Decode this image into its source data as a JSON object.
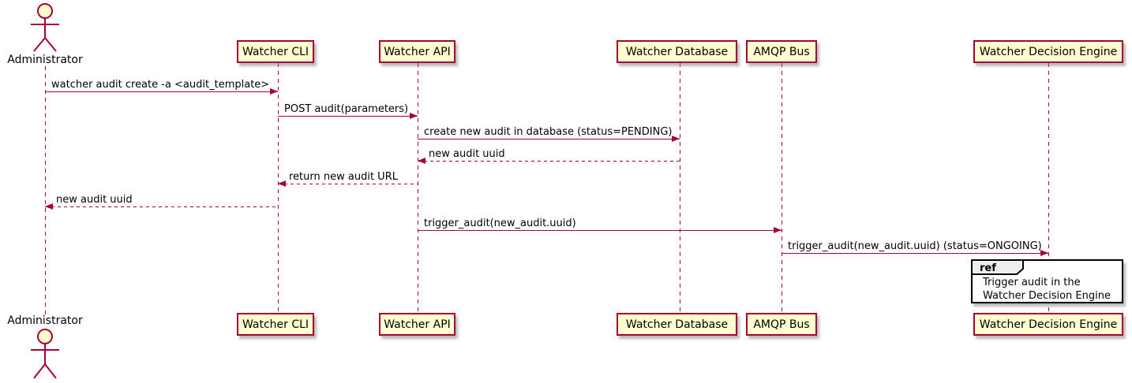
{
  "diagram": {
    "type": "sequence",
    "actor": {
      "name": "Administrator"
    },
    "participants": [
      {
        "label": "Watcher CLI"
      },
      {
        "label": "Watcher API"
      },
      {
        "label": "Watcher Database"
      },
      {
        "label": "AMQP Bus"
      },
      {
        "label": "Watcher Decision Engine"
      }
    ],
    "messages": [
      {
        "from": "Administrator",
        "to": "Watcher CLI",
        "label": "watcher audit create -a <audit_template>",
        "line": "solid",
        "direction": "right"
      },
      {
        "from": "Watcher CLI",
        "to": "Watcher API",
        "label": "POST audit(parameters)",
        "line": "solid",
        "direction": "right"
      },
      {
        "from": "Watcher API",
        "to": "Watcher Database",
        "label": "create new audit in database (status=PENDING)",
        "line": "solid",
        "direction": "right"
      },
      {
        "from": "Watcher Database",
        "to": "Watcher API",
        "label": "new audit uuid",
        "line": "dashed",
        "direction": "left"
      },
      {
        "from": "Watcher API",
        "to": "Watcher CLI",
        "label": "return new audit URL",
        "line": "dashed",
        "direction": "left"
      },
      {
        "from": "Watcher CLI",
        "to": "Administrator",
        "label": "new audit uuid",
        "line": "dashed",
        "direction": "left"
      },
      {
        "from": "Watcher API",
        "to": "AMQP Bus",
        "label": "trigger_audit(new_audit.uuid)",
        "line": "solid",
        "direction": "right"
      },
      {
        "from": "AMQP Bus",
        "to": "Watcher Decision Engine",
        "label": "trigger_audit(new_audit.uuid) (status=ONGOING)",
        "line": "solid",
        "direction": "right"
      }
    ],
    "ref": {
      "keyword": "ref",
      "lines": [
        "Trigger audit in the",
        "Watcher Decision Engine"
      ]
    },
    "colors": {
      "line": "#A80036",
      "participant_fill": "#FEFECE",
      "participant_border": "#A80036",
      "text": "#000000",
      "ref_border": "#000000",
      "ref_header_fill": "#EEEEEE",
      "background": "#FFFFFF"
    }
  }
}
